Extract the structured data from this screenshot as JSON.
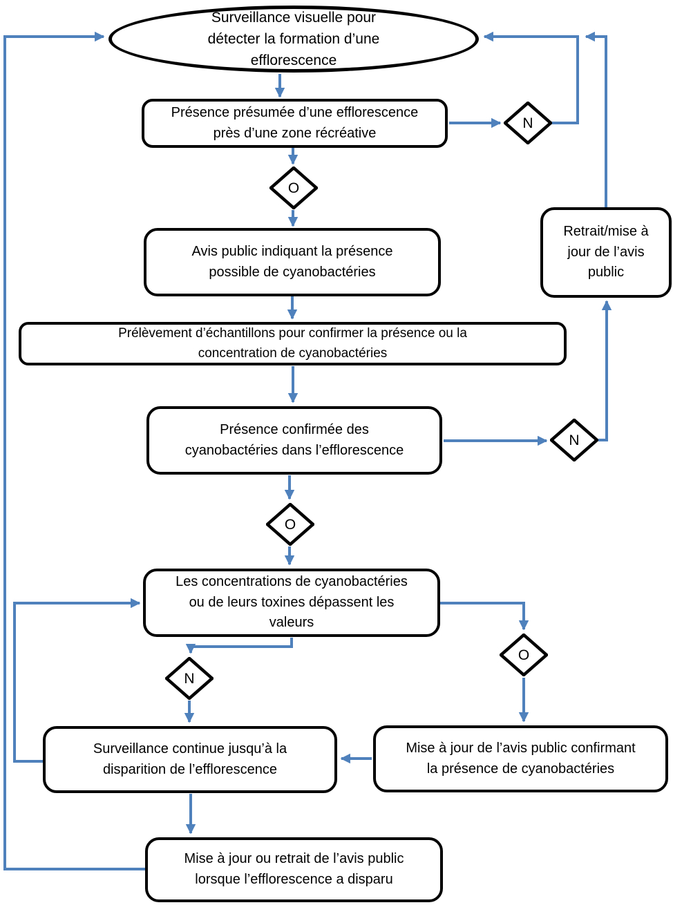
{
  "flowchart": {
    "nodes": {
      "start": {
        "label": "Surveillance visuelle pour\ndétecter la formation d’une\nefflorescence"
      },
      "presumed": {
        "label": "Présence présumée d’une efflorescence\nprès d’une zone récréative"
      },
      "public_notice_possible": {
        "label": "Avis public indiquant la présence\npossible de cyanobactéries"
      },
      "sampling": {
        "label": "Prélèvement d’échantillons pour confirmer la présence ou la\nconcentration de cyanobactéries"
      },
      "confirmed": {
        "label": "Présence confirmée des\ncyanobactéries dans l’efflorescence"
      },
      "concentrations_exceed": {
        "label": "Les concentrations de cyanobactéries\nou de leurs toxines dépassent les\nvaleurs"
      },
      "continued_surveillance": {
        "label": "Surveillance continue jusqu’à la\ndisparition de l’efflorescence"
      },
      "update_notice_confirming": {
        "label": "Mise à jour de l’avis public confirmant\nla présence de cyanobactéries"
      },
      "update_or_remove_notice": {
        "label": "Mise à jour ou retrait de l’avis public\nlorsque l’efflorescence a disparu"
      },
      "remove_update_notice": {
        "label": "Retrait/mise à\njour de l’avis\npublic"
      }
    },
    "decisions": {
      "no1": {
        "label": "N"
      },
      "yes1": {
        "label": "O"
      },
      "no2": {
        "label": "N"
      },
      "yes2": {
        "label": "O"
      },
      "no3": {
        "label": "N"
      },
      "yes3": {
        "label": "O"
      }
    },
    "colors": {
      "connector_blue": "#4f81bd",
      "shape_border": "#000000",
      "shape_fill": "#ffffff"
    }
  }
}
